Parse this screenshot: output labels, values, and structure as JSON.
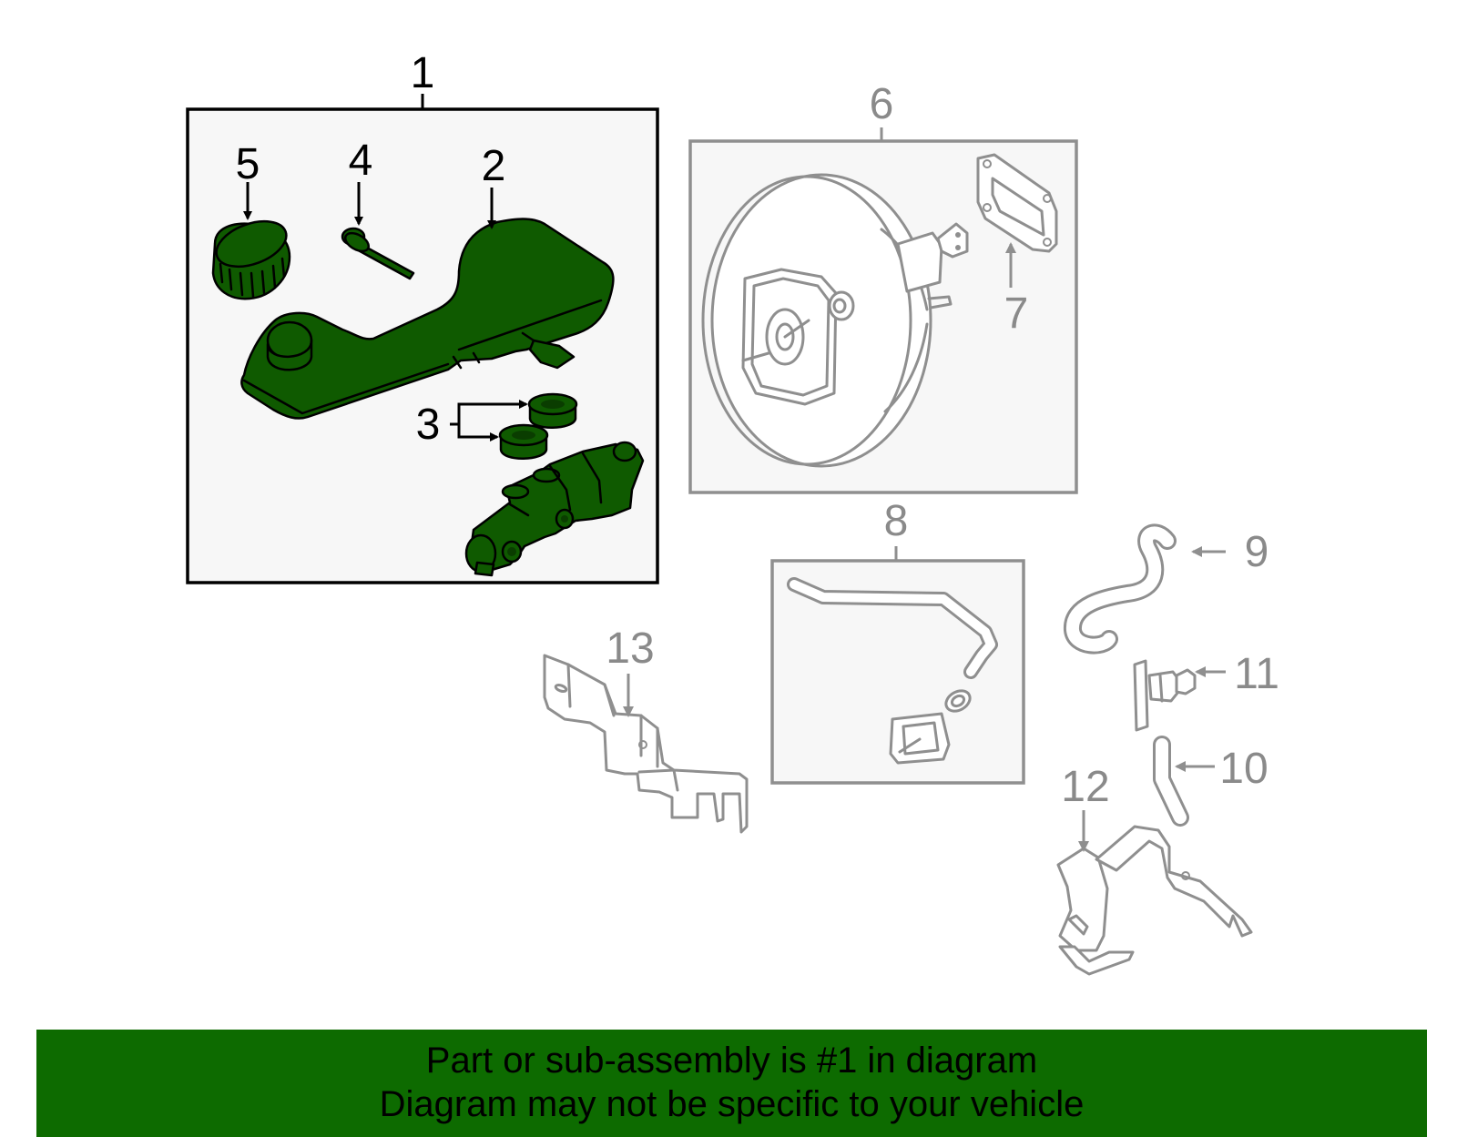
{
  "diagram": {
    "callouts": {
      "c1": "1",
      "c2": "2",
      "c3": "3",
      "c4": "4",
      "c5": "5",
      "c6": "6",
      "c7": "7",
      "c8": "8",
      "c9": "9",
      "c10": "10",
      "c11": "11",
      "c12": "12",
      "c13": "13"
    },
    "colors": {
      "highlight_fill": "#0f5a00",
      "box_fill": "#f7f7f7",
      "gray_line": "#8f8f8f",
      "banner_bg": "#0d6b00"
    }
  },
  "banner": {
    "line1": "Part or sub-assembly is #1 in diagram",
    "line2": "Diagram may not be specific to your vehicle"
  }
}
